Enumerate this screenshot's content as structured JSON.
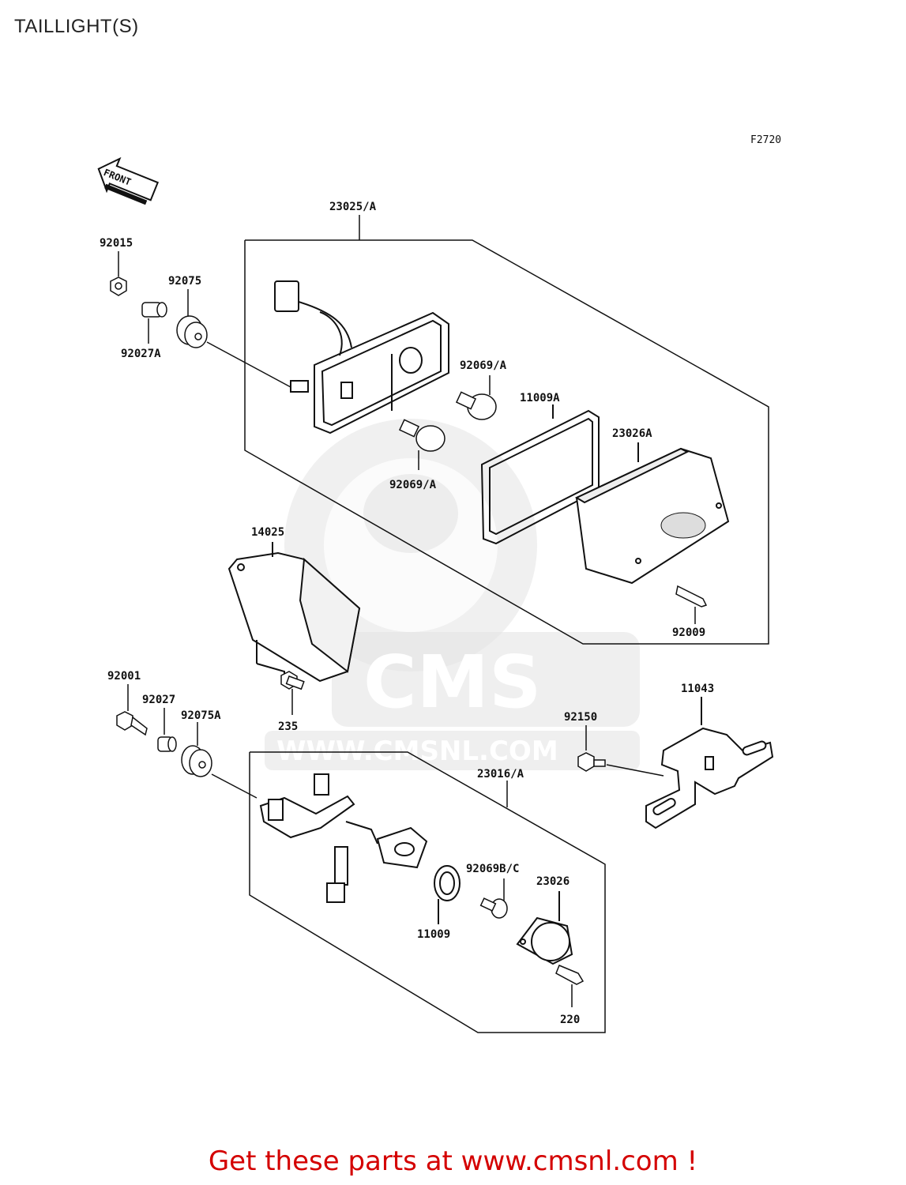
{
  "header": {
    "title": "TAILLIGHT(S)",
    "figure_code": "F2720"
  },
  "watermark": {
    "brand": "CMS",
    "url": "WWW.CMSNL.COM"
  },
  "front_marker": {
    "label": "FRONT",
    "icon": "front-arrow-icon"
  },
  "parts": {
    "p23025A": "23025/A",
    "p92015": "92015",
    "p92075": "92075",
    "p92027A": "92027A",
    "p92069A_top": "92069/A",
    "p92069A_bottom": "92069/A",
    "p11009A": "11009A",
    "p23026A": "23026A",
    "p14025": "14025",
    "p92009": "92009",
    "p92001": "92001",
    "p92027": "92027",
    "p92075A": "92075A",
    "p235": "235",
    "p11043": "11043",
    "p92150": "92150",
    "p23016A": "23016/A",
    "p92069BC": "92069B/C",
    "p23026": "23026",
    "p11009": "11009",
    "p220": "220"
  },
  "footer": {
    "cta": "Get these parts at www.cmsnl.com !"
  },
  "colors": {
    "footer_text": "#d40000",
    "line": "#111111",
    "watermark": "#e4e4e4"
  }
}
